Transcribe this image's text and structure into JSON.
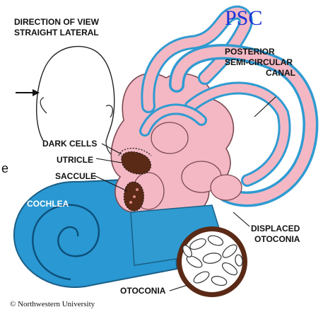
{
  "figure": {
    "title_line1": "DIRECTION OF VIEW",
    "title_line2": "STRAIGHT LATERAL",
    "psc_label": "PSC",
    "posterior_line1": "POSTERIOR",
    "posterior_line2": "SEMI-CIRCULAR",
    "posterior_line3": "CANAL",
    "dark_cells": "DARK CELLS",
    "utricle": "UTRICLE",
    "saccule": "SACCULE",
    "cochlea": "COCHLEA",
    "displaced_line1": "DISPLACED",
    "displaced_line2": "OTOCONIA",
    "otoconia": "OTOCONIA",
    "edge_letter": "e",
    "copyright": "© Northwestern University"
  },
  "colors": {
    "canal_pink": "#f4b8c4",
    "canal_blue": "#2f9bd1",
    "cochlea_blue": "#2a98d2",
    "dark_brown": "#5a2a16",
    "zoom_gray": "#c9c9c9",
    "psc_text": "#1a33d6"
  }
}
